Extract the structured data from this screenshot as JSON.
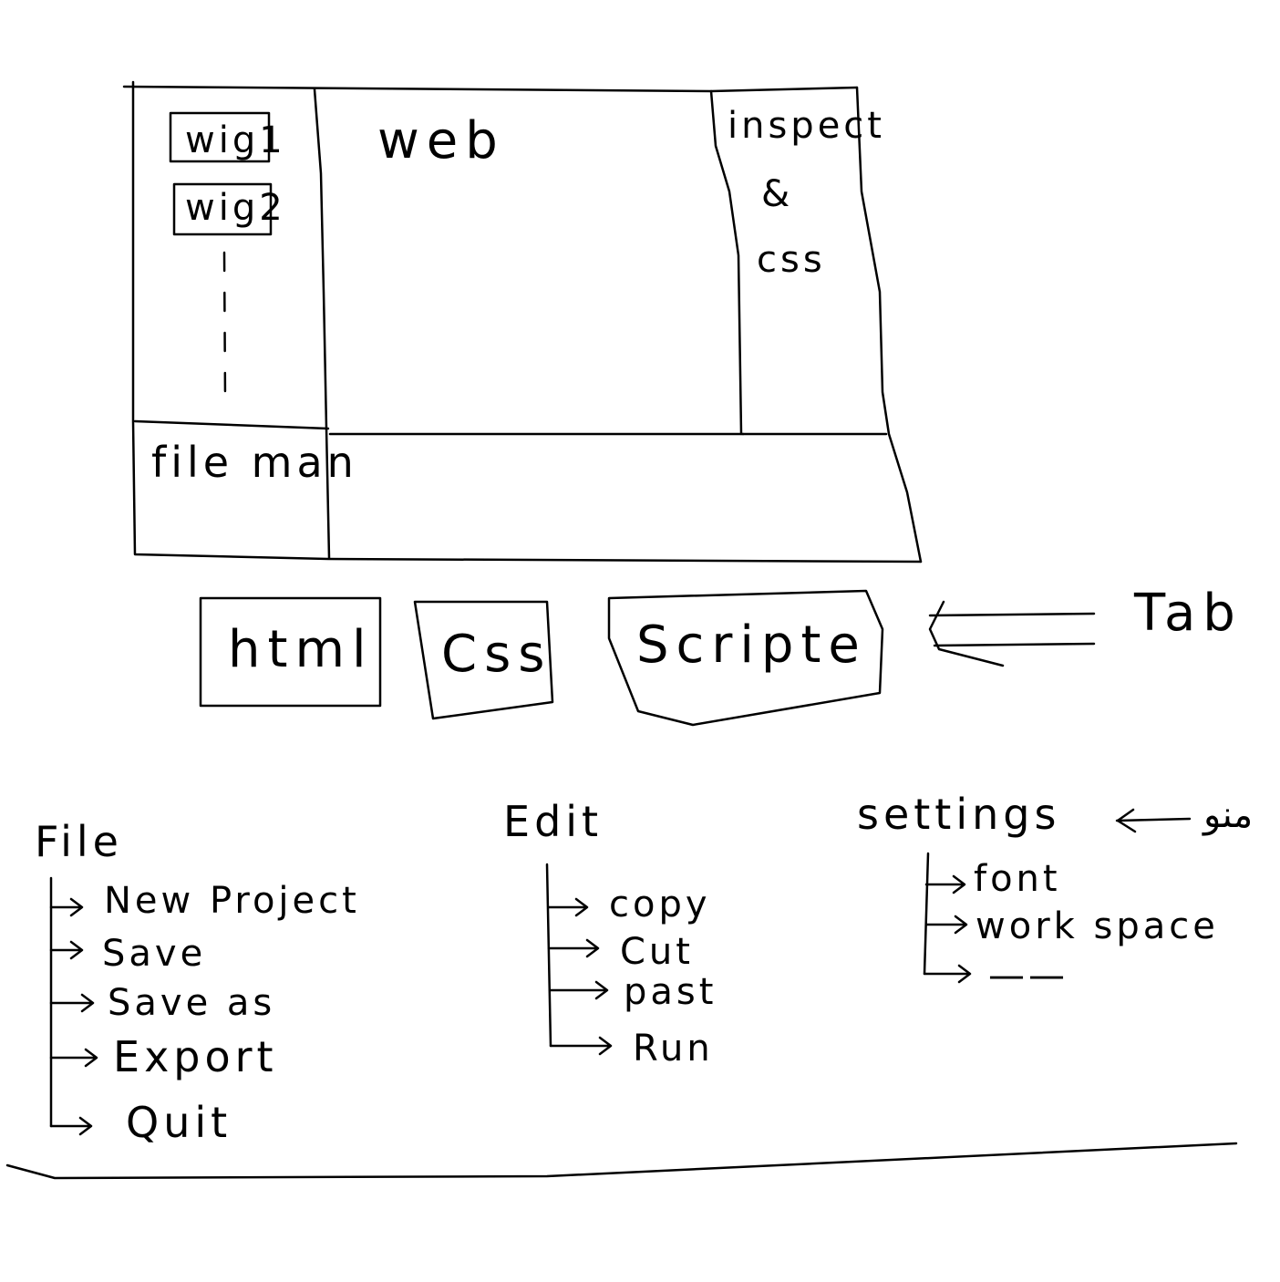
{
  "editor": {
    "widgets": [
      "wig1",
      "wig2"
    ],
    "file_manager_label": "file man",
    "web_label": "web",
    "inspect_label_line1": "inspect",
    "inspect_label_line2": "&",
    "inspect_label_line3": "css"
  },
  "tabs": {
    "items": [
      "html",
      "Css",
      "Scripte"
    ],
    "annotation": "Tab"
  },
  "menus": {
    "file": {
      "title": "File",
      "items": [
        "New Project",
        "Save",
        "Save as",
        "Export",
        "Quit"
      ]
    },
    "edit": {
      "title": "Edit",
      "items": [
        "copy",
        "Cut",
        "past",
        "Run"
      ]
    },
    "settings": {
      "title": "settings",
      "annotation": "منو",
      "items": [
        "font",
        "work space",
        "——"
      ]
    }
  }
}
